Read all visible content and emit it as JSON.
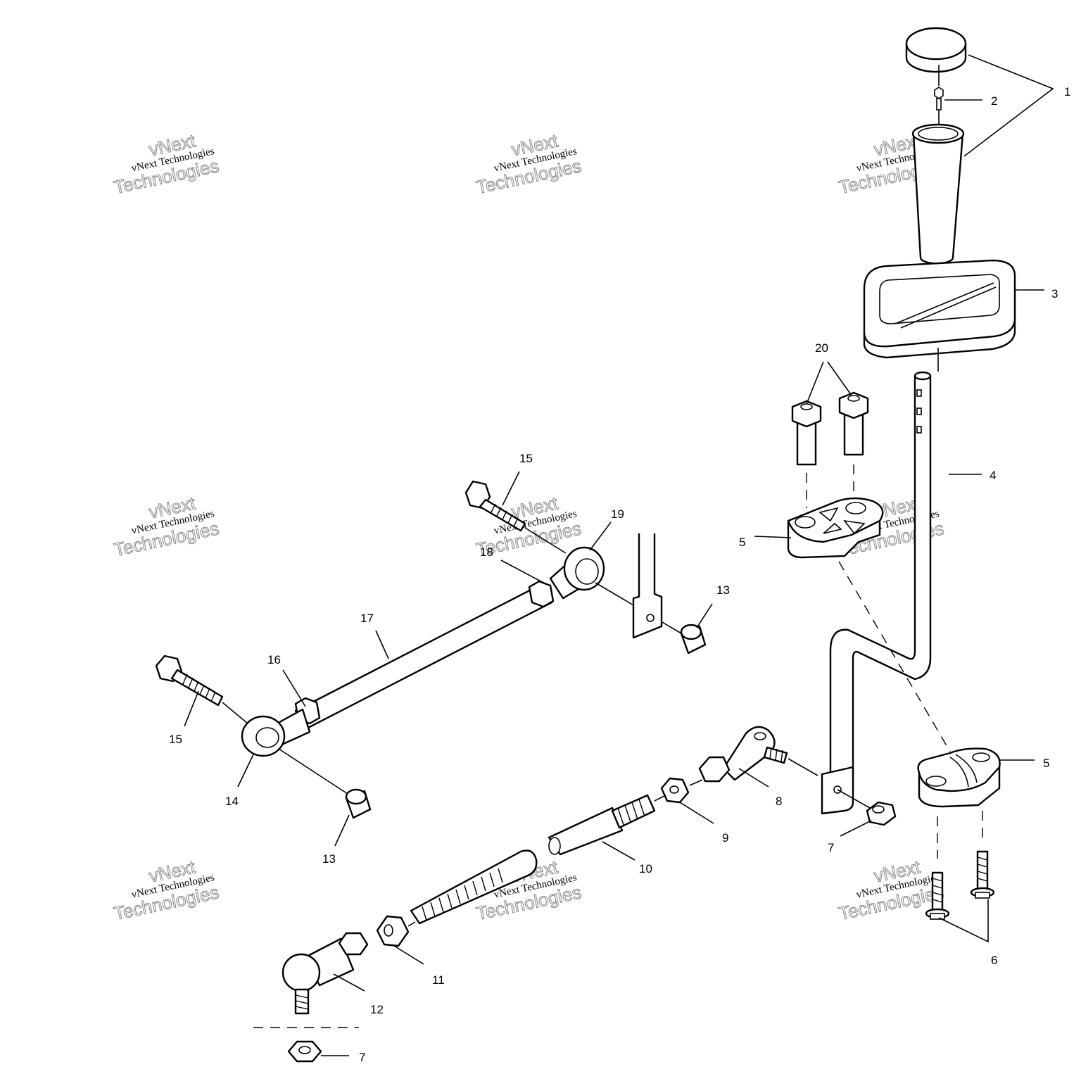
{
  "callouts": {
    "c1": "1",
    "c2": "2",
    "c3": "3",
    "c4": "4",
    "c5a": "5",
    "c5b": "5",
    "c6": "6",
    "c7a": "7",
    "c7b": "7",
    "c8": "8",
    "c9": "9",
    "c10": "10",
    "c11": "11",
    "c12": "12",
    "c13a": "13",
    "c13b": "13",
    "c14": "14",
    "c15a": "15",
    "c15b": "15",
    "c16": "16",
    "c17": "17",
    "c18": "18",
    "c19": "19",
    "c20": "20"
  },
  "watermark": {
    "line_top": "vNext",
    "line_small": "vNext Technologies",
    "line_big": "Technologies"
  }
}
